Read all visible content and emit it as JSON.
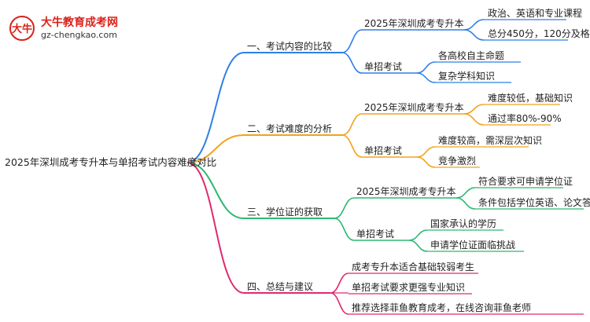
{
  "logo": {
    "title": "大牛教育成考网",
    "url": "gz-chengkao.com"
  },
  "root": "2025年深圳成考专升本与单招考试内容难度对比",
  "colors": {
    "blue": "#2f7fe6",
    "orange": "#f2a31b",
    "green": "#2eb872",
    "magenta": "#e0296f"
  },
  "branches": [
    {
      "label": "一、考试内容的比较",
      "children": [
        {
          "label": "2025年深圳成考专升本",
          "leaves": [
            "政治、英语和专业课程",
            "总分450分，120分及格"
          ]
        },
        {
          "label": "单招考试",
          "leaves": [
            "各高校自主命题",
            "复杂学科知识"
          ]
        }
      ]
    },
    {
      "label": "二、考试难度的分析",
      "children": [
        {
          "label": "2025年深圳成考专升本",
          "leaves": [
            "难度较低，基础知识",
            "通过率80%-90%"
          ]
        },
        {
          "label": "单招考试",
          "leaves": [
            "难度较高，需深层次知识",
            "竞争激烈"
          ]
        }
      ]
    },
    {
      "label": "三、学位证的获取",
      "children": [
        {
          "label": "2025年深圳成考专升本",
          "leaves": [
            "符合要求可申请学位证",
            "条件包括学位英语、论文答辩"
          ]
        },
        {
          "label": "单招考试",
          "leaves": [
            "国家承认的学历",
            "申请学位证面临挑战"
          ]
        }
      ]
    },
    {
      "label": "四、总结与建议",
      "children": [],
      "leaves": [
        "成考专升本适合基础较弱考生",
        "单招考试要求更强专业知识",
        "推荐选择菲鱼教育成考，在线咨询菲鱼老师"
      ]
    }
  ]
}
